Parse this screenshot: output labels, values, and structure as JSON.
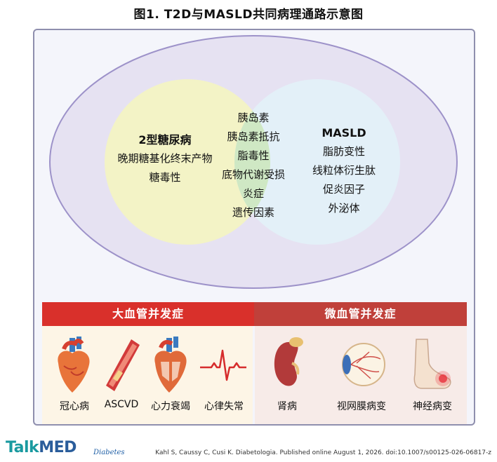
{
  "title": "图1. T2D与MASLD共同病理通路示意图",
  "left_circle": {
    "heading": "2型糖尿病",
    "items": [
      "晚期糖基化终末产物",
      "糖毒性"
    ]
  },
  "overlap": {
    "items": [
      "胰岛素",
      "胰岛素抵抗",
      "脂毒性",
      "底物代谢受损",
      "炎症",
      "遗传因素"
    ]
  },
  "right_circle": {
    "heading": "MASLD",
    "items": [
      "脂肪变性",
      "线粒体衍生肽",
      "促炎因子",
      "外泌体"
    ]
  },
  "macro": {
    "banner": "大血管并发症",
    "items": [
      {
        "label": "冠心病",
        "icon": "heart-icon"
      },
      {
        "label": "ASCVD",
        "icon": "artery-icon"
      },
      {
        "label": "心力衰竭",
        "icon": "heart-cross-section-icon"
      },
      {
        "label": "心律失常",
        "icon": "ecg-icon"
      }
    ]
  },
  "micro": {
    "banner": "微血管并发症",
    "items": [
      {
        "label": "肾病",
        "icon": "kidney-icon"
      },
      {
        "label": "视网膜病变",
        "icon": "eye-retina-icon"
      },
      {
        "label": "神经病变",
        "icon": "foot-icon"
      }
    ]
  },
  "footer": {
    "logo_part1": "Talk",
    "logo_part2": "MED",
    "journal": "Diabetes",
    "citation": "Kahl S, Caussy C, Cusi K.  Diabetologia. Published online August 1, 2026. doi:10.1007/s00125-026-06817-z"
  },
  "colors": {
    "left_circle": "#f3f3c6",
    "right_circle": "#e3f0f8",
    "overlap": "#cfe8c4",
    "macro_banner": "#d9302b",
    "micro_banner": "#c0403a",
    "macro_panel": "#fdf5e6",
    "micro_panel": "#f7ebe8"
  }
}
